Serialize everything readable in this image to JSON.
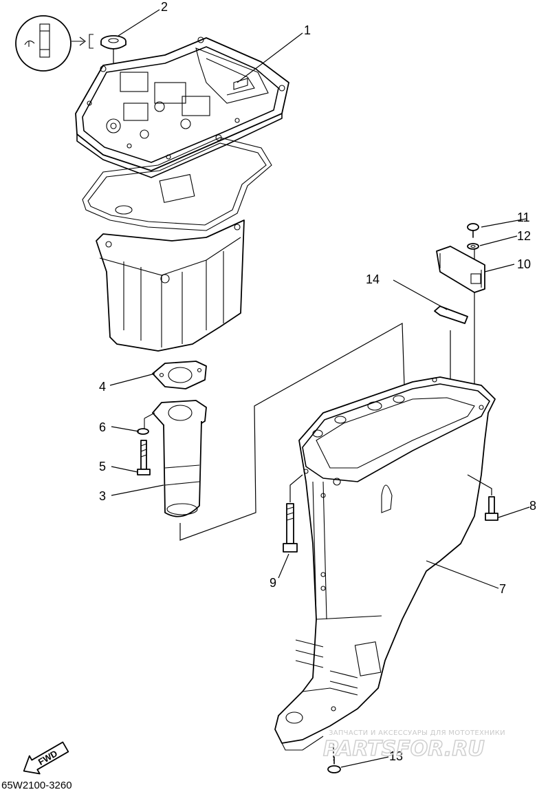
{
  "diagram_code": "65W2100-3260",
  "fwd_label": "FWD",
  "watermark": {
    "line1": "ЗАПЧАСТИ И АКСЕССУАРЫ ДЛЯ МОТОТЕХНИКИ",
    "line2": "PARTSFOR.RU"
  },
  "callouts": [
    {
      "id": "1",
      "label": "1"
    },
    {
      "id": "2",
      "label": "2"
    },
    {
      "id": "3",
      "label": "3"
    },
    {
      "id": "4",
      "label": "4"
    },
    {
      "id": "5",
      "label": "5"
    },
    {
      "id": "6",
      "label": "6"
    },
    {
      "id": "7",
      "label": "7"
    },
    {
      "id": "8",
      "label": "8"
    },
    {
      "id": "9",
      "label": "9"
    },
    {
      "id": "10",
      "label": "10"
    },
    {
      "id": "11",
      "label": "11"
    },
    {
      "id": "12",
      "label": "12"
    },
    {
      "id": "13",
      "label": "13"
    },
    {
      "id": "14",
      "label": "14"
    }
  ]
}
